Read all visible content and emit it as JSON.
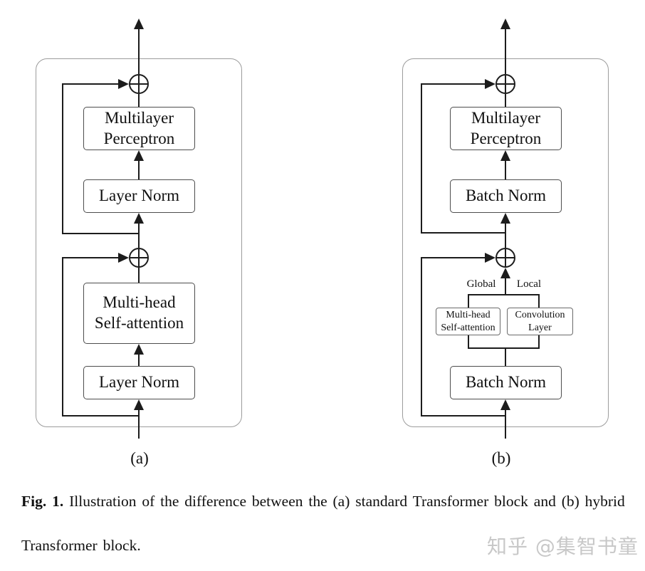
{
  "colors": {
    "background": "#ffffff",
    "flow_line": "#1c1c1c",
    "box_border": "#4d4d4d",
    "container_border": "#9c9c9c",
    "watermark_text": "#c8c8c8"
  },
  "diagrams": {
    "a": {
      "label": "(a)",
      "mlp": "Multilayer\nPerceptron",
      "norm_top": "Layer Norm",
      "attention": "Multi-head\nSelf-attention",
      "norm_bottom": "Layer Norm"
    },
    "b": {
      "label": "(b)",
      "mlp": "Multilayer\nPerceptron",
      "norm_top": "Batch Norm",
      "branch_left": "Global",
      "branch_right": "Local",
      "attention": "Multi-head\nSelf-attention",
      "convolution": "Convolution\nLayer",
      "norm_bottom": "Batch Norm"
    }
  },
  "caption": {
    "fig_label": "Fig. 1.",
    "line1": "Illustration of the difference between the (a) standard Transformer block and (b) hybrid",
    "line2": "Transformer block."
  },
  "watermark": "知乎 @集智书童"
}
